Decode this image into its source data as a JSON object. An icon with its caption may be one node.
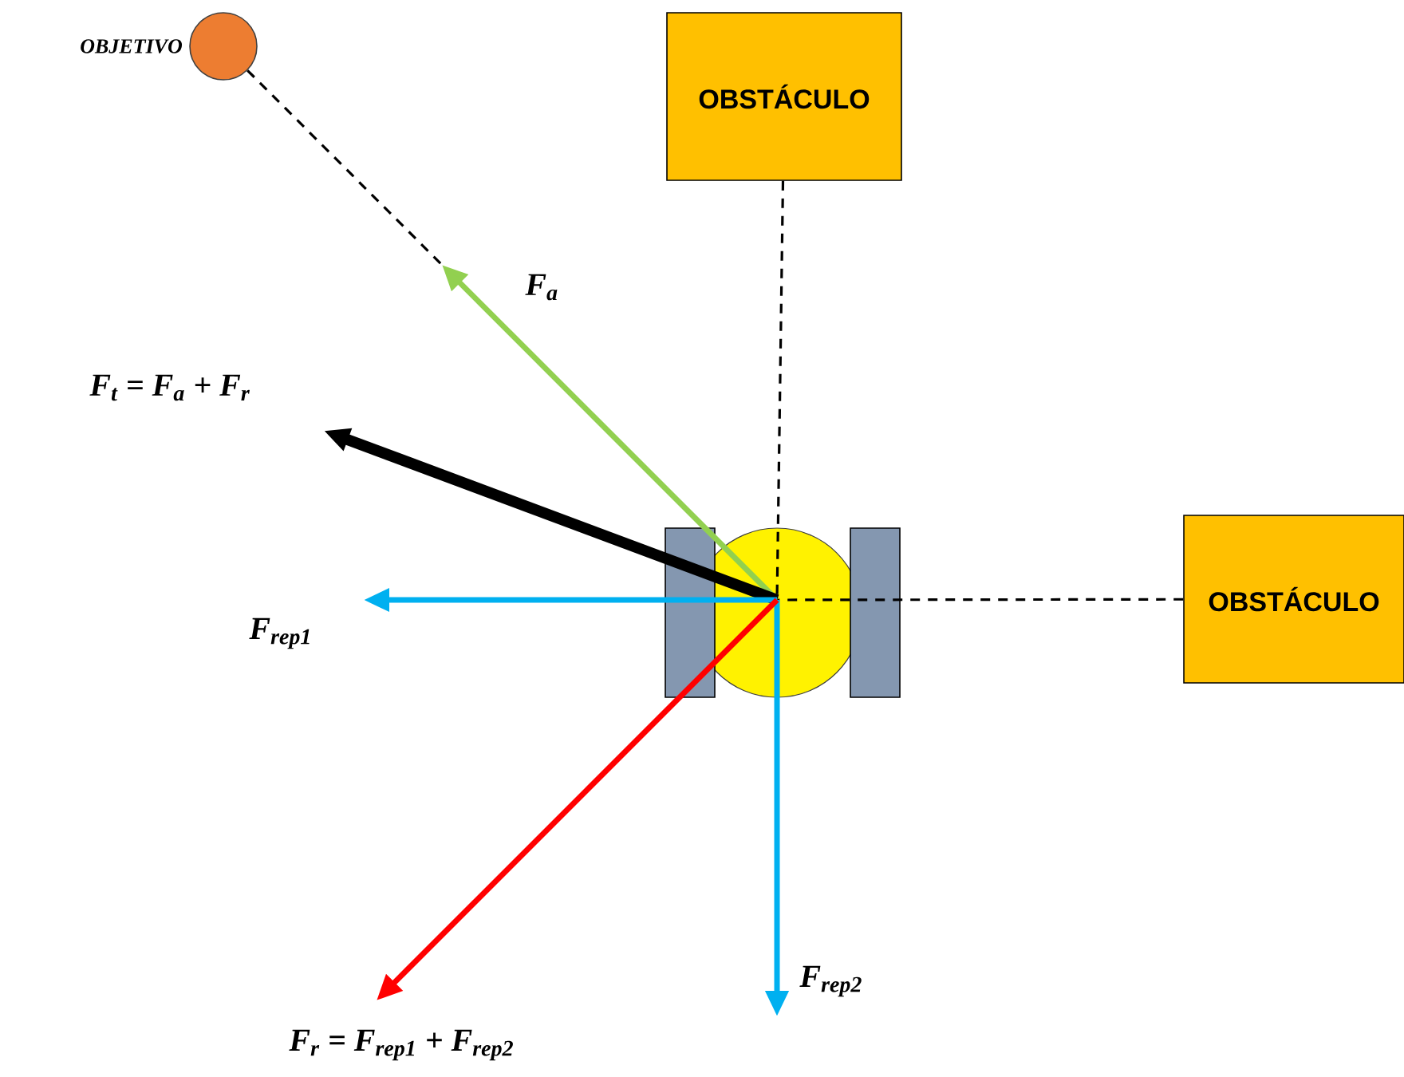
{
  "diagram": {
    "nodes": [
      {
        "text": [],
        "shape": "circle",
        "beside": [
          "OBJETIVO"
        ]
      },
      {
        "text": [
          "OBSTÁCULO"
        ]
      },
      {
        "text": [
          "OBSTÁCULO"
        ]
      },
      {
        "text": [],
        "shape": "picture"
      }
    ],
    "edges": [
      {
        "from": 0,
        "to": 3,
        "arrow": "none",
        "style": "dashed"
      },
      {
        "from": 1,
        "to": 3,
        "arrow": "none",
        "style": "dashed"
      },
      {
        "from": 2,
        "to": 3,
        "arrow": "none",
        "style": "dashed"
      },
      {
        "from": 3,
        "to": null,
        "arrow": "to",
        "label": "F$_{a}$",
        "color": "#92d050"
      },
      {
        "from": 3,
        "to": null,
        "arrow": "to",
        "label": "F$_{t}$ = F$_{a}$ + F$_{r}$",
        "style": "thick"
      },
      {
        "from": 3,
        "to": null,
        "arrow": "to",
        "label": "F$_{rep1}$",
        "color": "#00b0f0"
      },
      {
        "from": 3,
        "to": null,
        "arrow": "to",
        "label": "F$_{rep2}$",
        "color": "#00b0f0"
      },
      {
        "from": 3,
        "to": null,
        "arrow": "to",
        "label": "F$_{r}$ = F$_{rep1}$ + F$_{rep2}$",
        "color": "#ff0000"
      }
    ]
  }
}
